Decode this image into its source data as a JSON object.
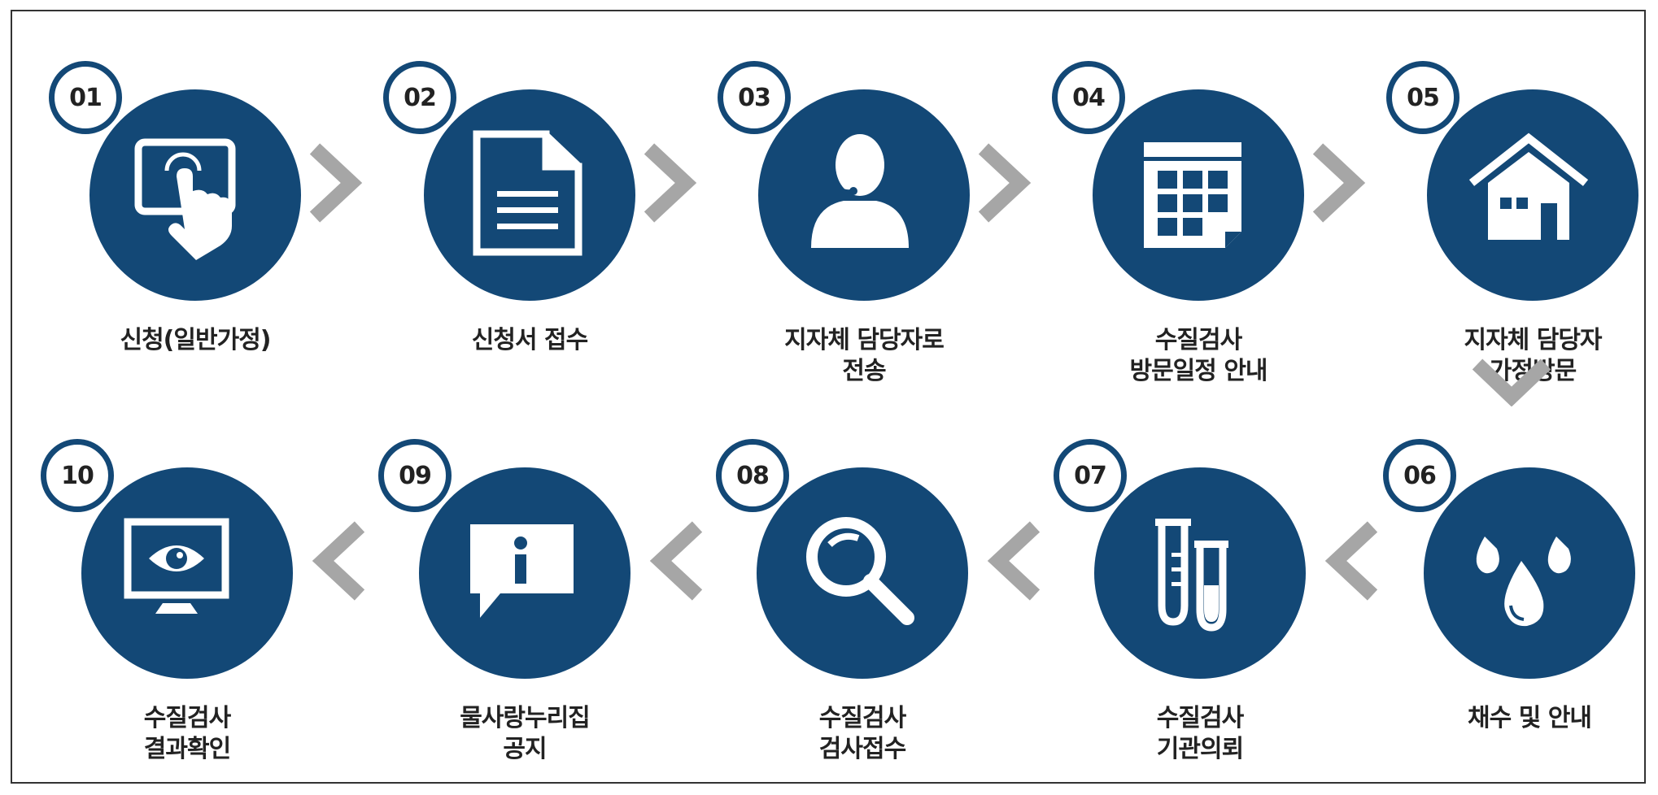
{
  "accent_color": "#134876",
  "arrow_color": "#a6a6a6",
  "steps": [
    {
      "number": "01",
      "label": "신청(일반가정)",
      "icon": "tablet-touch-icon"
    },
    {
      "number": "02",
      "label": "신청서 접수",
      "icon": "document-icon"
    },
    {
      "number": "03",
      "label": "지자체 담당자로\n전송",
      "icon": "operator-headset-icon"
    },
    {
      "number": "04",
      "label": "수질검사\n방문일정 안내",
      "icon": "calendar-icon"
    },
    {
      "number": "05",
      "label": "지자체 담당자\n가정방문",
      "icon": "house-icon"
    },
    {
      "number": "06",
      "label": "채수 및 안내",
      "icon": "water-drops-icon"
    },
    {
      "number": "07",
      "label": "수질검사\n기관의뢰",
      "icon": "test-tubes-icon"
    },
    {
      "number": "08",
      "label": "수질검사\n검사접수",
      "icon": "magnifier-icon"
    },
    {
      "number": "09",
      "label": "물사랑누리집\n공지",
      "icon": "info-notice-icon"
    },
    {
      "number": "10",
      "label": "수질검사\n결과확인",
      "icon": "monitor-eye-icon"
    }
  ]
}
